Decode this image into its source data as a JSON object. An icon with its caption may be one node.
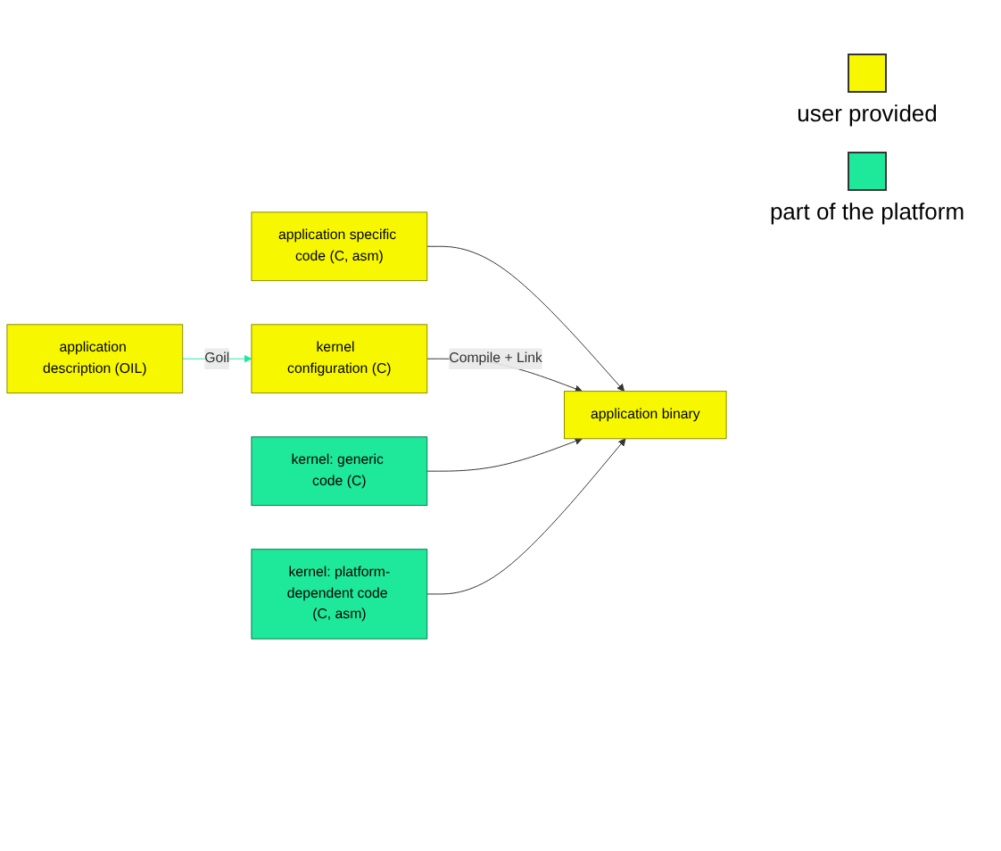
{
  "diagram": {
    "nodes": [
      {
        "text": [
          "application description (OIL)"
        ]
      },
      {
        "text": [
          "application specific code (C, asm)"
        ]
      },
      {
        "text": [
          "kernel  configuration (C)"
        ]
      },
      {
        "text": [
          "kernel: generic code (C)"
        ]
      },
      {
        "text": [
          "kernel: platform-dependent code (C, asm)"
        ]
      },
      {
        "text": [
          "application binary"
        ]
      }
    ],
    "edges": [
      {
        "from": 0,
        "to": 2,
        "arrow": "to",
        "label": "Goil",
        "color": "#1ee89a"
      },
      {
        "from": 1,
        "to": 5,
        "arrow": "to"
      },
      {
        "from": 2,
        "to": 5,
        "arrow": "to",
        "label": "Compile + Link"
      },
      {
        "from": 3,
        "to": 5,
        "arrow": "to"
      },
      {
        "from": 4,
        "to": 5,
        "arrow": "to"
      }
    ],
    "legend": [
      {
        "text": "user provided",
        "color": "#f7f700"
      },
      {
        "text": "part of the platform",
        "color": "#1ee89a"
      }
    ]
  }
}
